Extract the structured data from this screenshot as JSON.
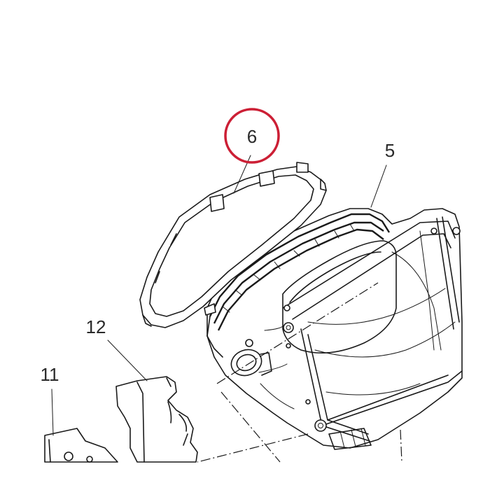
{
  "callouts": {
    "part_6": "6",
    "part_5": "5",
    "part_12": "12",
    "part_11": "11"
  },
  "highlight": {
    "target": "6",
    "color": "#cc1f35"
  }
}
